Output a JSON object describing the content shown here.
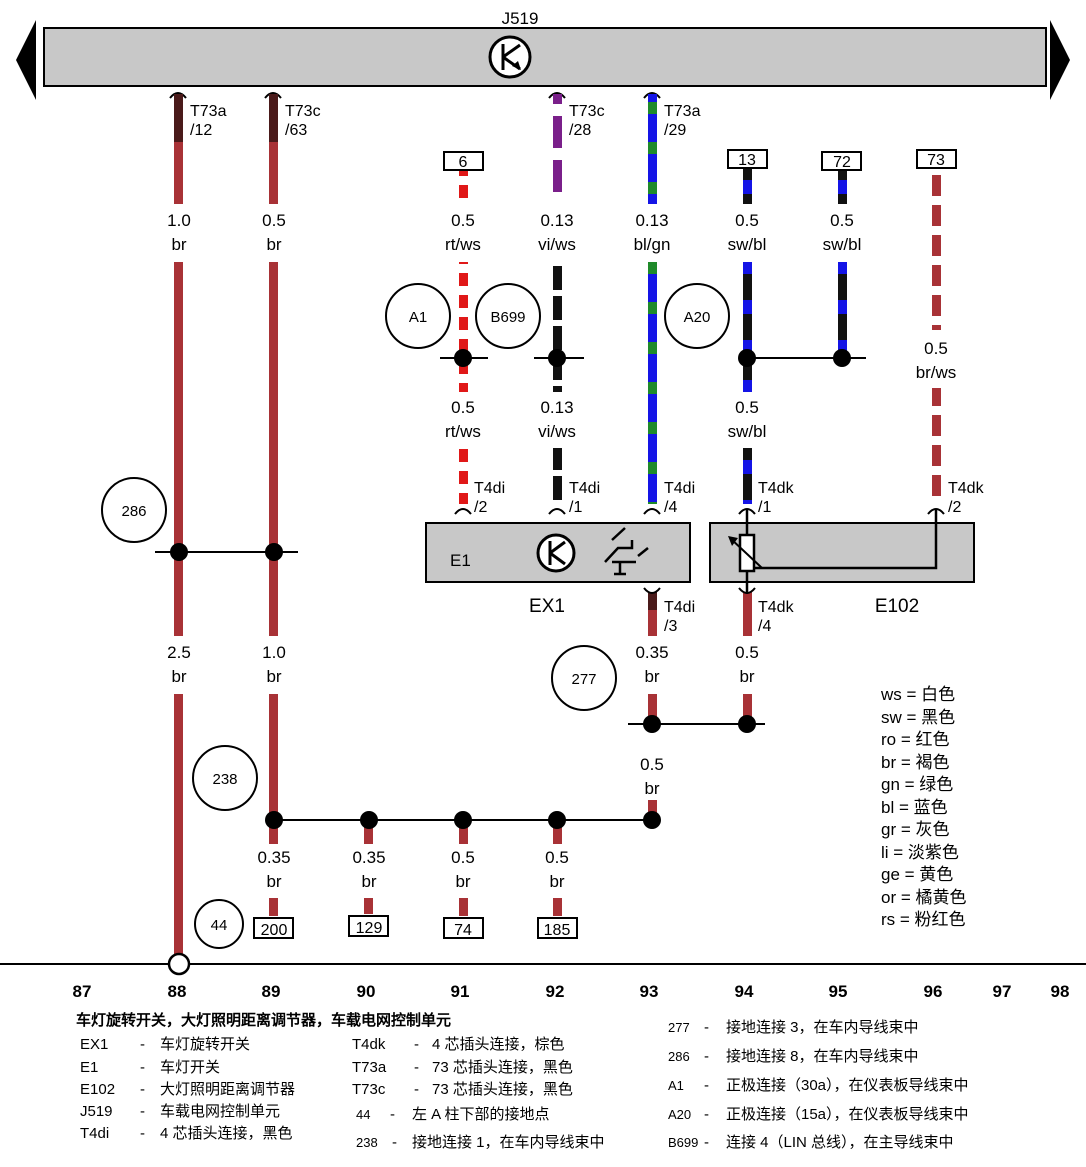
{
  "component_top": "J519",
  "components": {
    "e1": "E1",
    "ex1": "EX1",
    "e102": "E102"
  },
  "connectors": {
    "t73a_12": [
      "T73a",
      "/12"
    ],
    "t73c_63": [
      "T73c",
      "/63"
    ],
    "t73c_28": [
      "T73c",
      "/28"
    ],
    "t73a_29": [
      "T73a",
      "/29"
    ],
    "t4di_2": [
      "T4di",
      "/2"
    ],
    "t4di_1": [
      "T4di",
      "/1"
    ],
    "t4di_4": [
      "T4di",
      "/4"
    ],
    "t4dk_1": [
      "T4dk",
      "/1"
    ],
    "t4dk_2": [
      "T4dk",
      "/2"
    ],
    "t4di_3": [
      "T4di",
      "/3"
    ],
    "t4dk_4": [
      "T4dk",
      "/4"
    ]
  },
  "boxes": {
    "b6": "6",
    "b13": "13",
    "b72": "72",
    "b73": "73",
    "b200": "200",
    "b129": "129",
    "b74": "74",
    "b185": "185"
  },
  "circles": {
    "a1": "A1",
    "b699": "B699",
    "a20": "A20",
    "c286": "286",
    "c277": "277",
    "c238": "238",
    "c44": "44"
  },
  "wires": {
    "w88a": [
      "1.0",
      "br"
    ],
    "w89a": [
      "0.5",
      "br"
    ],
    "w91a": [
      "0.5",
      "rt/ws"
    ],
    "w92a": [
      "0.13",
      "vi/ws"
    ],
    "w93a": [
      "0.13",
      "bl/gn"
    ],
    "w94a": [
      "0.5",
      "sw/bl"
    ],
    "w95a": [
      "0.5",
      "sw/bl"
    ],
    "w96a": [
      "0.5",
      "br/ws"
    ],
    "w91b": [
      "0.5",
      "rt/ws"
    ],
    "w92b": [
      "0.13",
      "vi/ws"
    ],
    "w94b": [
      "0.5",
      "sw/bl"
    ],
    "w88b": [
      "2.5",
      "br"
    ],
    "w89b": [
      "1.0",
      "br"
    ],
    "w93b": [
      "0.35",
      "br"
    ],
    "w94c": [
      "0.5",
      "br"
    ],
    "w93c": [
      "0.5",
      "br"
    ],
    "w89c": [
      "0.35",
      "br"
    ],
    "w90c": [
      "0.35",
      "br"
    ],
    "w91c": [
      "0.5",
      "br"
    ],
    "w92c": [
      "0.5",
      "br"
    ]
  },
  "columns": [
    "87",
    "88",
    "89",
    "90",
    "91",
    "92",
    "93",
    "94",
    "95",
    "96",
    "97",
    "98"
  ],
  "color_legend": [
    "ws = 白色",
    "sw = 黑色",
    "ro = 红色",
    "br = 褐色",
    "gn = 绿色",
    "bl = 蓝色",
    "gr = 灰色",
    "li = 淡紫色",
    "ge = 黄色",
    "or = 橘黄色",
    "rs = 粉红色"
  ],
  "description_title": "车灯旋转开关，大灯照明距离调节器，车载电网控制单元",
  "descriptions_col1": [
    [
      "EX1",
      "-",
      "车灯旋转开关"
    ],
    [
      "E1",
      "-",
      "车灯开关"
    ],
    [
      "E102",
      "-",
      "大灯照明距离调节器"
    ],
    [
      "J519",
      "-",
      "车载电网控制单元"
    ],
    [
      "T4di",
      "-",
      "4 芯插头连接，黑色"
    ]
  ],
  "descriptions_col2": [
    [
      "T4dk",
      "-",
      "4 芯插头连接，棕色"
    ],
    [
      "T73a",
      "-",
      "73 芯插头连接，黑色"
    ],
    [
      "T73c",
      "-",
      "73 芯插头连接，黑色"
    ],
    [
      "44",
      "-",
      "左 A 柱下部的接地点"
    ],
    [
      "238",
      "-",
      "接地连接 1，在车内导线束中"
    ]
  ],
  "descriptions_col3": [
    [
      "277",
      "-",
      "接地连接 3，在车内导线束中"
    ],
    [
      "286",
      "-",
      "接地连接 8，在车内导线束中"
    ],
    [
      "A1",
      "-",
      "正极连接（30a），在仪表板导线束中"
    ],
    [
      "A20",
      "-",
      "正极连接（15a），在仪表板导线束中"
    ],
    [
      "B699",
      "-",
      "连接 4（LIN 总线），在主导线束中"
    ]
  ]
}
